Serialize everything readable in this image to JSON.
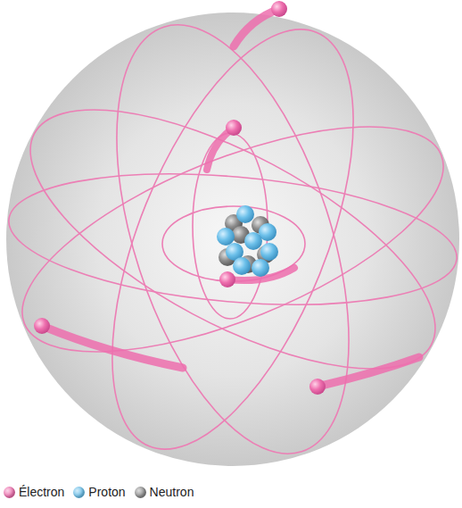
{
  "diagram": {
    "legend": [
      {
        "text": "Électron",
        "color": "#ee6fae"
      },
      {
        "text": "Proton",
        "color": "#6cc0ea"
      },
      {
        "text": "Neutron",
        "color": "#8c8c8c"
      }
    ]
  }
}
